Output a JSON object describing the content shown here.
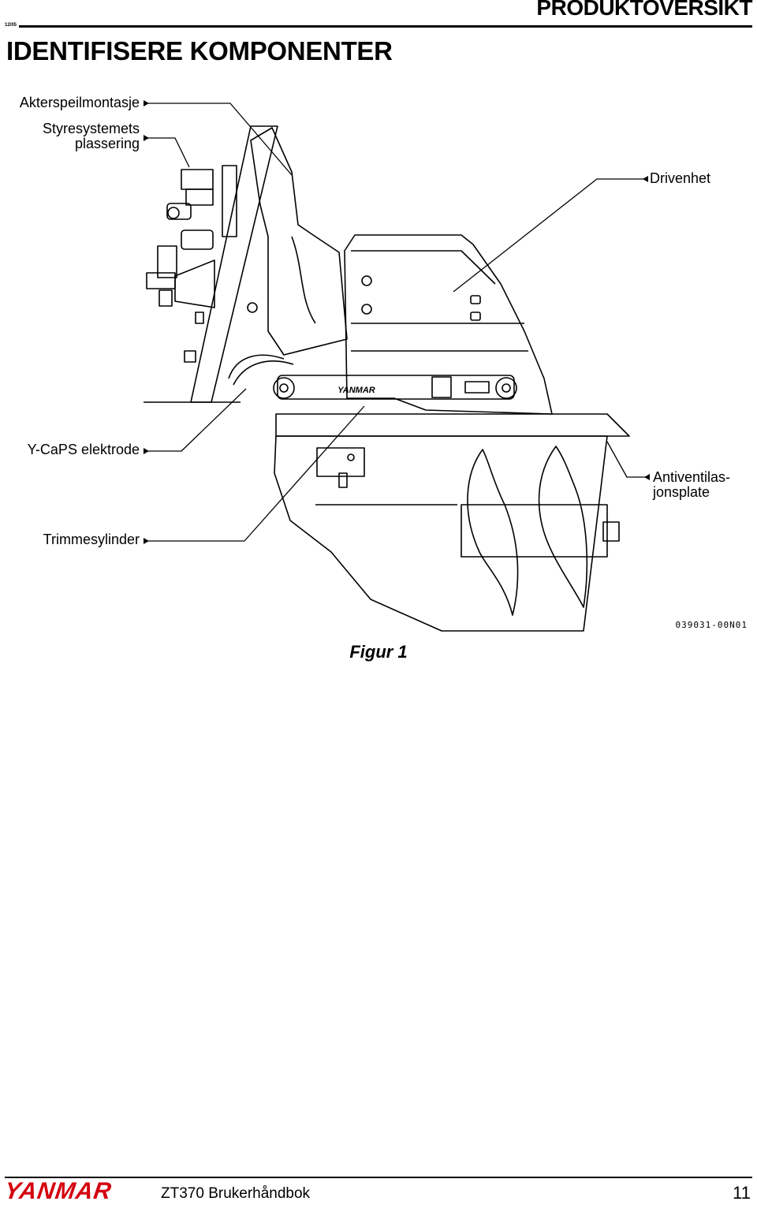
{
  "header": {
    "date": "12/05",
    "section": "PRODUKTOVERSIKT",
    "title": "IDENTIFISERE KOMPONENTER"
  },
  "figure": {
    "labels": {
      "akterspeil": "Akterspeilmontasje",
      "styre_line1": "Styresystemets",
      "styre_line2": "plassering",
      "drivenhet": "Drivenhet",
      "ycaps": "Y-CaPS elektrode",
      "anti_line1": "Antiventilas-",
      "anti_line2": "jonsplate",
      "trim": "Trimmesylinder"
    },
    "brand_on_unit": "YANMAR",
    "code": "039031-00N01",
    "caption": "Figur 1"
  },
  "footer": {
    "logo": "YANMAR",
    "manual": "ZT370 Brukerhåndbok",
    "page": "11"
  },
  "colors": {
    "logo": "#d4000f",
    "ink": "#000000"
  }
}
